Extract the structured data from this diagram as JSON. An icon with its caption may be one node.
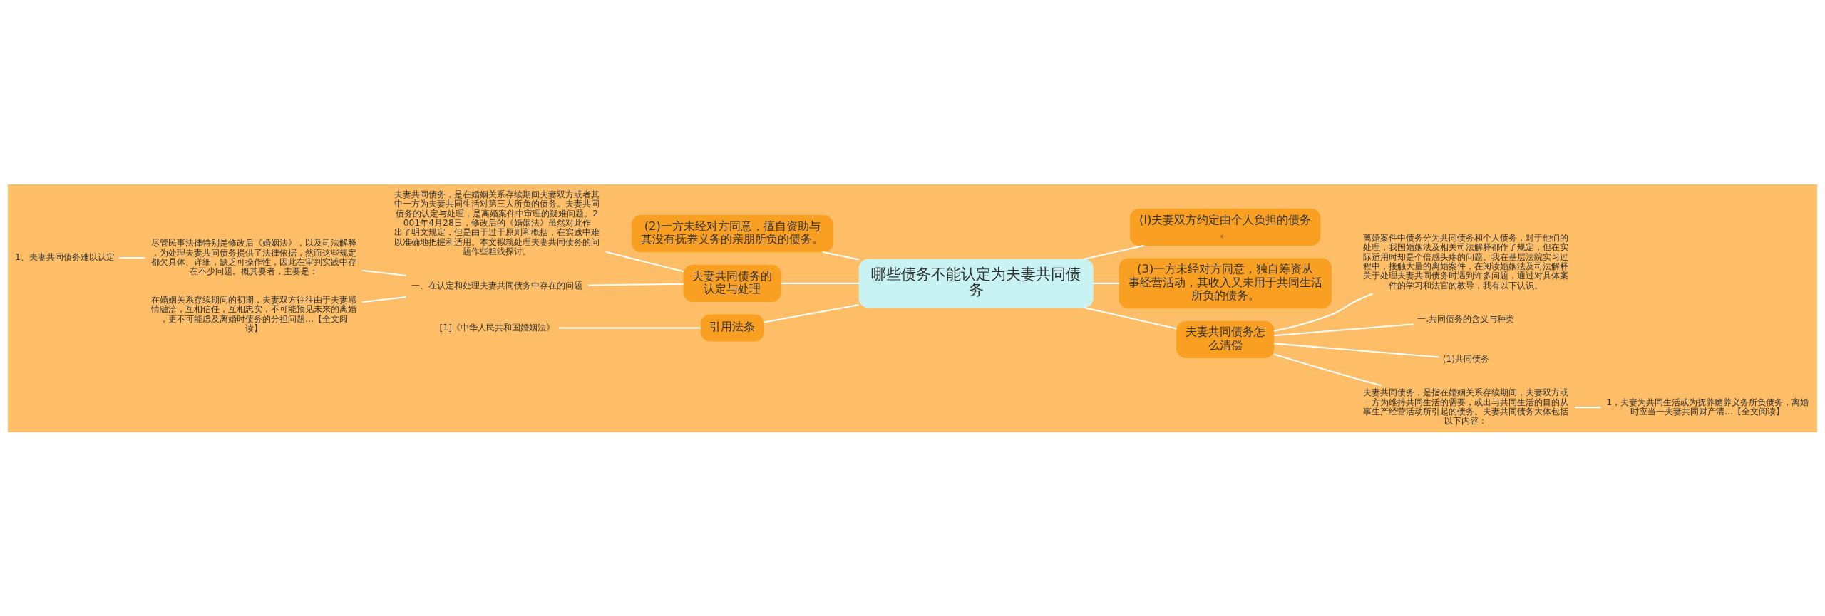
{
  "diagram": {
    "nodes": [
      {
        "text": [
          "哪些债务不能认定为夫妻共同债务"
        ]
      },
      {
        "text": [
          "(2)一方未经对方同意，擅自资助与其没有抚养义务的亲朋所负的债务。"
        ]
      },
      {
        "text": [
          "夫妻共同债务的认定与处理"
        ]
      },
      {
        "text": [
          "夫妻共同债务，是在婚姻关系存续期间夫妻双方或者其中一方为夫妻共同生活对第三人所负的债务。夫妻共同债务的认定与处理，是离婚案件中审理的疑难问题。2001年4月28日，修改后的《婚姻法》虽然对此作出了明文规定，但是由于过于原则和概括，在实践中难以准确地把握和适用。本文拟就处理夫妻共同债务的问题作些粗浅探讨。"
        ]
      },
      {
        "text": [
          "一、在认定和处理夫妻共同债务中存在的问题"
        ]
      },
      {
        "text": [
          "尽管民事法律特别是修改后《婚姻法》，以及司法解释，为处理夫妻共同债务提供了法律依据，然而这些规定都欠具体、详细，缺乏可操作性，因此在审判实践中存在不少问题。概其要者，主要是："
        ]
      },
      {
        "text": [
          "1、夫妻共同债务难以认定"
        ]
      },
      {
        "text": [
          "在婚姻关系存续期间的初期，夫妻双方往往由于夫妻感情融洽，互相信任，互相忠实，不可能预见未来的离婚，更不可能虑及离婚时债务的分担问题...【全文阅读】"
        ]
      },
      {
        "text": [
          "引用法条"
        ]
      },
      {
        "text": [
          "[1]《中华人民共和国婚姻法》"
        ]
      },
      {
        "text": [
          "(l)夫妻双方约定由个人负担的债务。"
        ]
      },
      {
        "text": [
          "(3)一方未经对方同意，独自筹资从事经营活动，其收入又未用于共同生活所负的债务。"
        ]
      },
      {
        "text": [
          "夫妻共同债务怎么清偿"
        ]
      },
      {
        "text": [
          "离婚案件中债务分为共同债务和个人债务，对于他们的处理，我国婚姻法及相关司法解释都作了规定，但在实际适用时却是个倍感头疼的问题。我在基层法院实习过程中，接触大量的离婚案件，在阅读婚姻法及司法解释关于处理夫妻共同债务时遇到许多问题，通过对具体案件的学习和法官的教导，我有以下认识。"
        ]
      },
      {
        "text": [
          "一.共同债务的含义与种类"
        ]
      },
      {
        "text": [
          "(1)共同债务"
        ]
      },
      {
        "text": [
          "夫妻共同债务，是指在婚姻关系存续期间，夫妻双方或一方为维持共同生活的需要，或出与共同生活的目的从事生产经营活动所引起的债务。夫妻共同债务大体包括以下内容："
        ]
      },
      {
        "text": [
          "1，夫妻为共同生活或为抚养赡养义务所负债务，离婚时应当一夫妻共同财产清...【全文阅读】"
        ]
      }
    ],
    "edges": [
      {
        "from": 0,
        "to": 1,
        "arrow": "none"
      },
      {
        "from": 0,
        "to": 2,
        "arrow": "none"
      },
      {
        "from": 2,
        "to": 3,
        "arrow": "none"
      },
      {
        "from": 2,
        "to": 4,
        "arrow": "none"
      },
      {
        "from": 4,
        "to": 5,
        "arrow": "none"
      },
      {
        "from": 5,
        "to": 6,
        "arrow": "none"
      },
      {
        "from": 4,
        "to": 7,
        "arrow": "none"
      },
      {
        "from": 0,
        "to": 8,
        "arrow": "none"
      },
      {
        "from": 8,
        "to": 9,
        "arrow": "none"
      },
      {
        "from": 0,
        "to": 10,
        "arrow": "none"
      },
      {
        "from": 0,
        "to": 11,
        "arrow": "none"
      },
      {
        "from": 0,
        "to": 12,
        "arrow": "none"
      },
      {
        "from": 12,
        "to": 13,
        "arrow": "none"
      },
      {
        "from": 12,
        "to": 14,
        "arrow": "none"
      },
      {
        "from": 12,
        "to": 15,
        "arrow": "none"
      },
      {
        "from": 12,
        "to": 16,
        "arrow": "none"
      },
      {
        "from": 16,
        "to": 17,
        "arrow": "none"
      }
    ]
  }
}
